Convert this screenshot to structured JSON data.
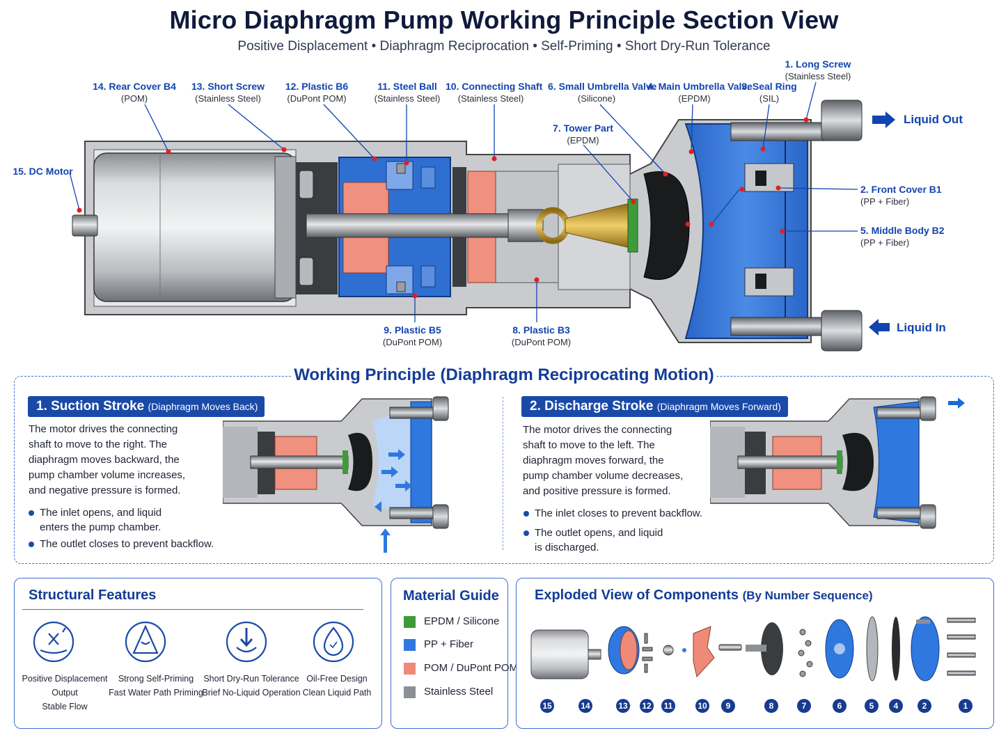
{
  "title": "Micro Diaphragm Pump Working Principle Section View",
  "subtitle": "Positive Displacement • Diaphragm Reciprocation • Self-Priming • Short Dry-Run Tolerance",
  "parts": [
    {
      "num_name": "1. Long Screw",
      "material": "(Stainless Steel)"
    },
    {
      "num_name": "2. Front Cover B1",
      "material": "(PP + Fiber)"
    },
    {
      "num_name": "3. Seal Ring",
      "material": "(SIL)"
    },
    {
      "num_name": "4. Main Umbrella Valve",
      "material": "(EPDM)"
    },
    {
      "num_name": "5. Middle Body B2",
      "material": "(PP + Fiber)"
    },
    {
      "num_name": "6. Small Umbrella Valve",
      "material": "(Silicone)"
    },
    {
      "num_name": "7. Tower Part",
      "material": "(EPDM)"
    },
    {
      "num_name": "8. Plastic B3",
      "material": "(DuPont POM)"
    },
    {
      "num_name": "9. Plastic B5",
      "material": "(DuPont POM)"
    },
    {
      "num_name": "10. Connecting Shaft",
      "material": "(Stainless Steel)"
    },
    {
      "num_name": "11. Steel Ball",
      "material": "(Stainless Steel)"
    },
    {
      "num_name": "12. Plastic B6",
      "material": "(DuPont POM)"
    },
    {
      "num_name": "13. Short Screw",
      "material": "(Stainless Steel)"
    },
    {
      "num_name": "14. Rear Cover B4",
      "material": "(POM)"
    },
    {
      "num_name": "15. DC Motor",
      "material": ""
    }
  ],
  "flow": {
    "out": "Liquid Out",
    "in": "Liquid In"
  },
  "working_principle": {
    "title": "Working Principle (Diaphragm Reciprocating Motion)",
    "suction": {
      "heading": "1. Suction Stroke",
      "note": "(Diaphragm Moves Back)",
      "text": [
        "The motor drives the connecting",
        "shaft to move to the right. The",
        "diaphragm moves backward, the",
        "pump chamber volume increases,",
        "and negative pressure is formed."
      ],
      "bullets": [
        [
          "The inlet opens, and liquid",
          "enters the pump chamber."
        ],
        [
          "The outlet closes to prevent backflow."
        ]
      ]
    },
    "discharge": {
      "heading": "2. Discharge Stroke",
      "note": "(Diaphragm Moves Forward)",
      "text": [
        "The motor drives the connecting",
        "shaft to move to the left. The",
        "diaphragm moves forward, the",
        "pump chamber volume decreases,",
        "and positive pressure is formed."
      ],
      "bullets": [
        [
          "The inlet closes to prevent backflow."
        ],
        [
          "The outlet opens, and liquid",
          "is discharged."
        ]
      ]
    }
  },
  "structural_features": {
    "title": "Structural Features",
    "items": [
      {
        "icon": "displacement-icon",
        "line1": "Positive Displacement Output",
        "line2": "Stable Flow"
      },
      {
        "icon": "self-priming-icon",
        "line1": "Strong Self-Priming",
        "line2": "Fast Water Path Priming"
      },
      {
        "icon": "dry-run-icon",
        "line1": "Short Dry-Run Tolerance",
        "line2": "Brief No-Liquid Operation"
      },
      {
        "icon": "oil-free-icon",
        "line1": "Oil-Free Design",
        "line2": "Clean Liquid Path"
      }
    ]
  },
  "material_guide": {
    "title": "Material Guide",
    "items": [
      {
        "label": "EPDM / Silicone",
        "color": "#3f9b3a"
      },
      {
        "label": "PP + Fiber",
        "color": "#2f78e0"
      },
      {
        "label": "POM / DuPont POM",
        "color": "#f08a78"
      },
      {
        "label": "Stainless Steel",
        "color": "#8c8f94"
      }
    ]
  },
  "exploded_view": {
    "title": "Exploded View of Components",
    "note": "(By Number Sequence)",
    "numbers": [
      "15",
      "14",
      "13",
      "12",
      "11",
      "10",
      "9",
      "8",
      "7",
      "6",
      "5",
      "4",
      "2",
      "1"
    ]
  },
  "colors": {
    "accent": "#1244b0",
    "pp_fiber": "#2f78e0",
    "pom": "#f08a78",
    "epdm": "#3f9b3a",
    "steel": "#8c8f94",
    "brass": "#c9a23a"
  }
}
